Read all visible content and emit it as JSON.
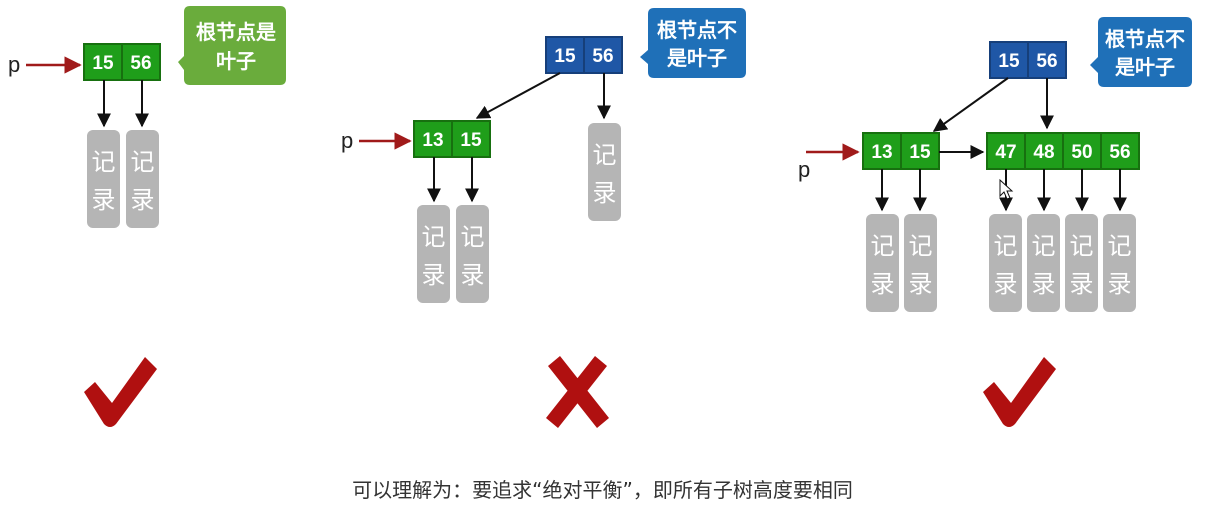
{
  "colors": {
    "leaf_green": "#1f9e1a",
    "leaf_border": "#17700f",
    "root_blue": "#1f57a6",
    "root_border": "#163f7a",
    "callout_green": "#6aac3c",
    "callout_blue": "#1f70b8",
    "record_gray": "#b5b5b5",
    "pointer_red": "#a01a1a",
    "mark_red": "#b01010"
  },
  "pointer_label": "p",
  "record_text": [
    "记",
    "录"
  ],
  "diagrams": [
    {
      "callout": {
        "line1": "根节点是",
        "line2": "叶子"
      },
      "nodes": {
        "root": [
          "15",
          "56"
        ]
      },
      "verdict": "check"
    },
    {
      "callout": {
        "line1": "根节点不",
        "line2": "是叶子"
      },
      "nodes": {
        "root": [
          "15",
          "56"
        ],
        "leaf": [
          "13",
          "15"
        ]
      },
      "verdict": "cross"
    },
    {
      "callout": {
        "line1": "根节点不",
        "line2": "是叶子"
      },
      "nodes": {
        "root": [
          "15",
          "56"
        ],
        "leaf_left": [
          "13",
          "15"
        ],
        "leaf_right": [
          "47",
          "48",
          "50",
          "56"
        ]
      },
      "verdict": "check"
    }
  ],
  "caption": "可以理解为：要追求“绝对平衡”，即所有子树高度要相同"
}
